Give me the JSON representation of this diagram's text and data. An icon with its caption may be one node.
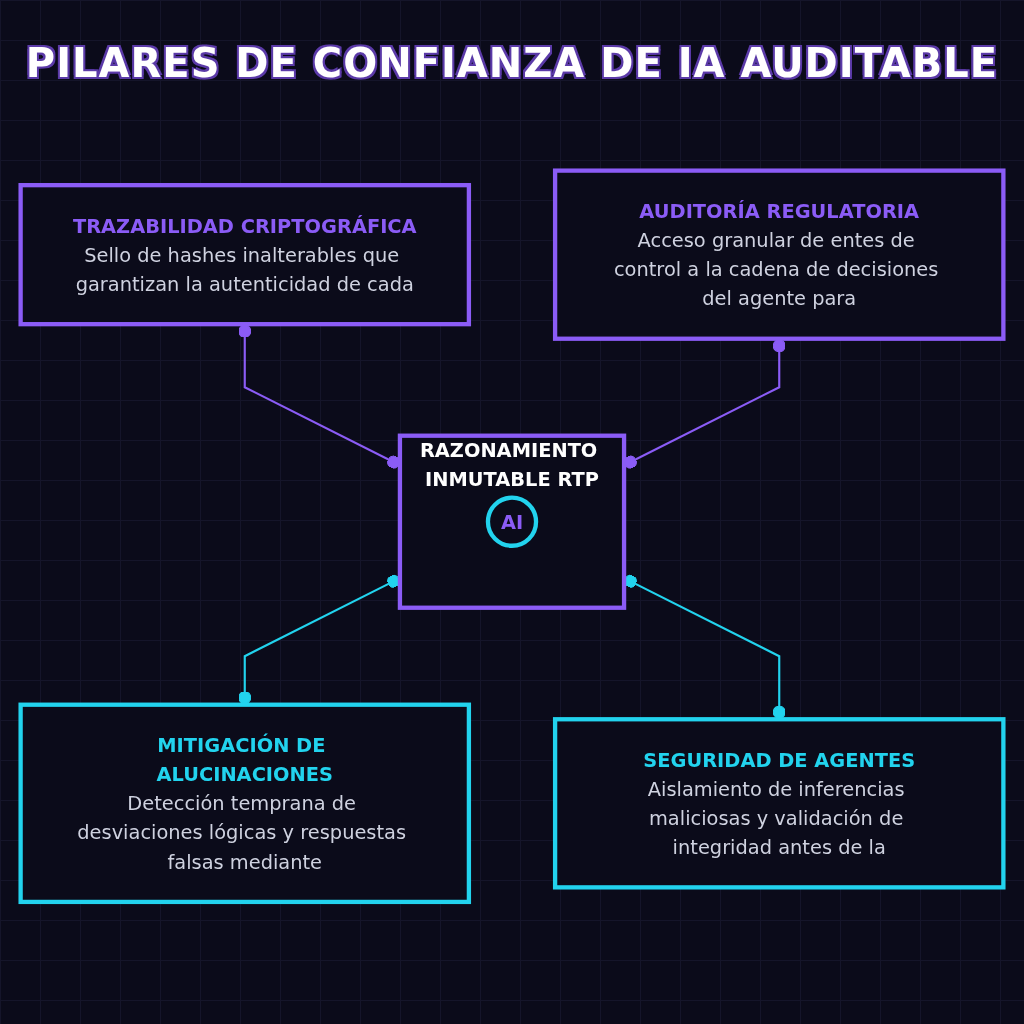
{
  "diagram": {
    "title": "PILARES DE CONFIANZA DE IA AUDITABLE",
    "nodes": [
      {
        "text": [
          "TRAZABILIDAD CRIPTOGRÁFICA",
          "Sello de hashes inalterables que garantizan la autenticidad de cada"
        ]
      },
      {
        "text": [
          "AUDITORÍA REGULATORIA",
          "Acceso granular de entes de control a la cadena de decisiones del agente para"
        ]
      },
      {
        "text": [
          "RAZONAMIENTO INMUTABLE RTP"
        ]
      },
      {
        "text": [
          "AI"
        ],
        "in": 2
      },
      {
        "text": [
          "MITIGACIÓN DE ALUCINACIONES",
          "Detección temprana de desviaciones lógicas y respuestas falsas mediante"
        ]
      },
      {
        "text": [
          "SEGURIDAD DE AGENTES",
          "Aislamiento de inferencias maliciosas y validación de integridad antes de la"
        ]
      }
    ],
    "edges": [
      {
        "from": 0,
        "to": 2,
        "arrow": "other",
        "color": "#8b5cf6"
      },
      {
        "from": 1,
        "to": 2,
        "arrow": "other",
        "color": "#8b5cf6"
      },
      {
        "from": 2,
        "to": 4,
        "arrow": "other",
        "color": "#22d3ee"
      },
      {
        "from": 2,
        "to": 5,
        "arrow": "other",
        "color": "#22d3ee"
      }
    ]
  }
}
